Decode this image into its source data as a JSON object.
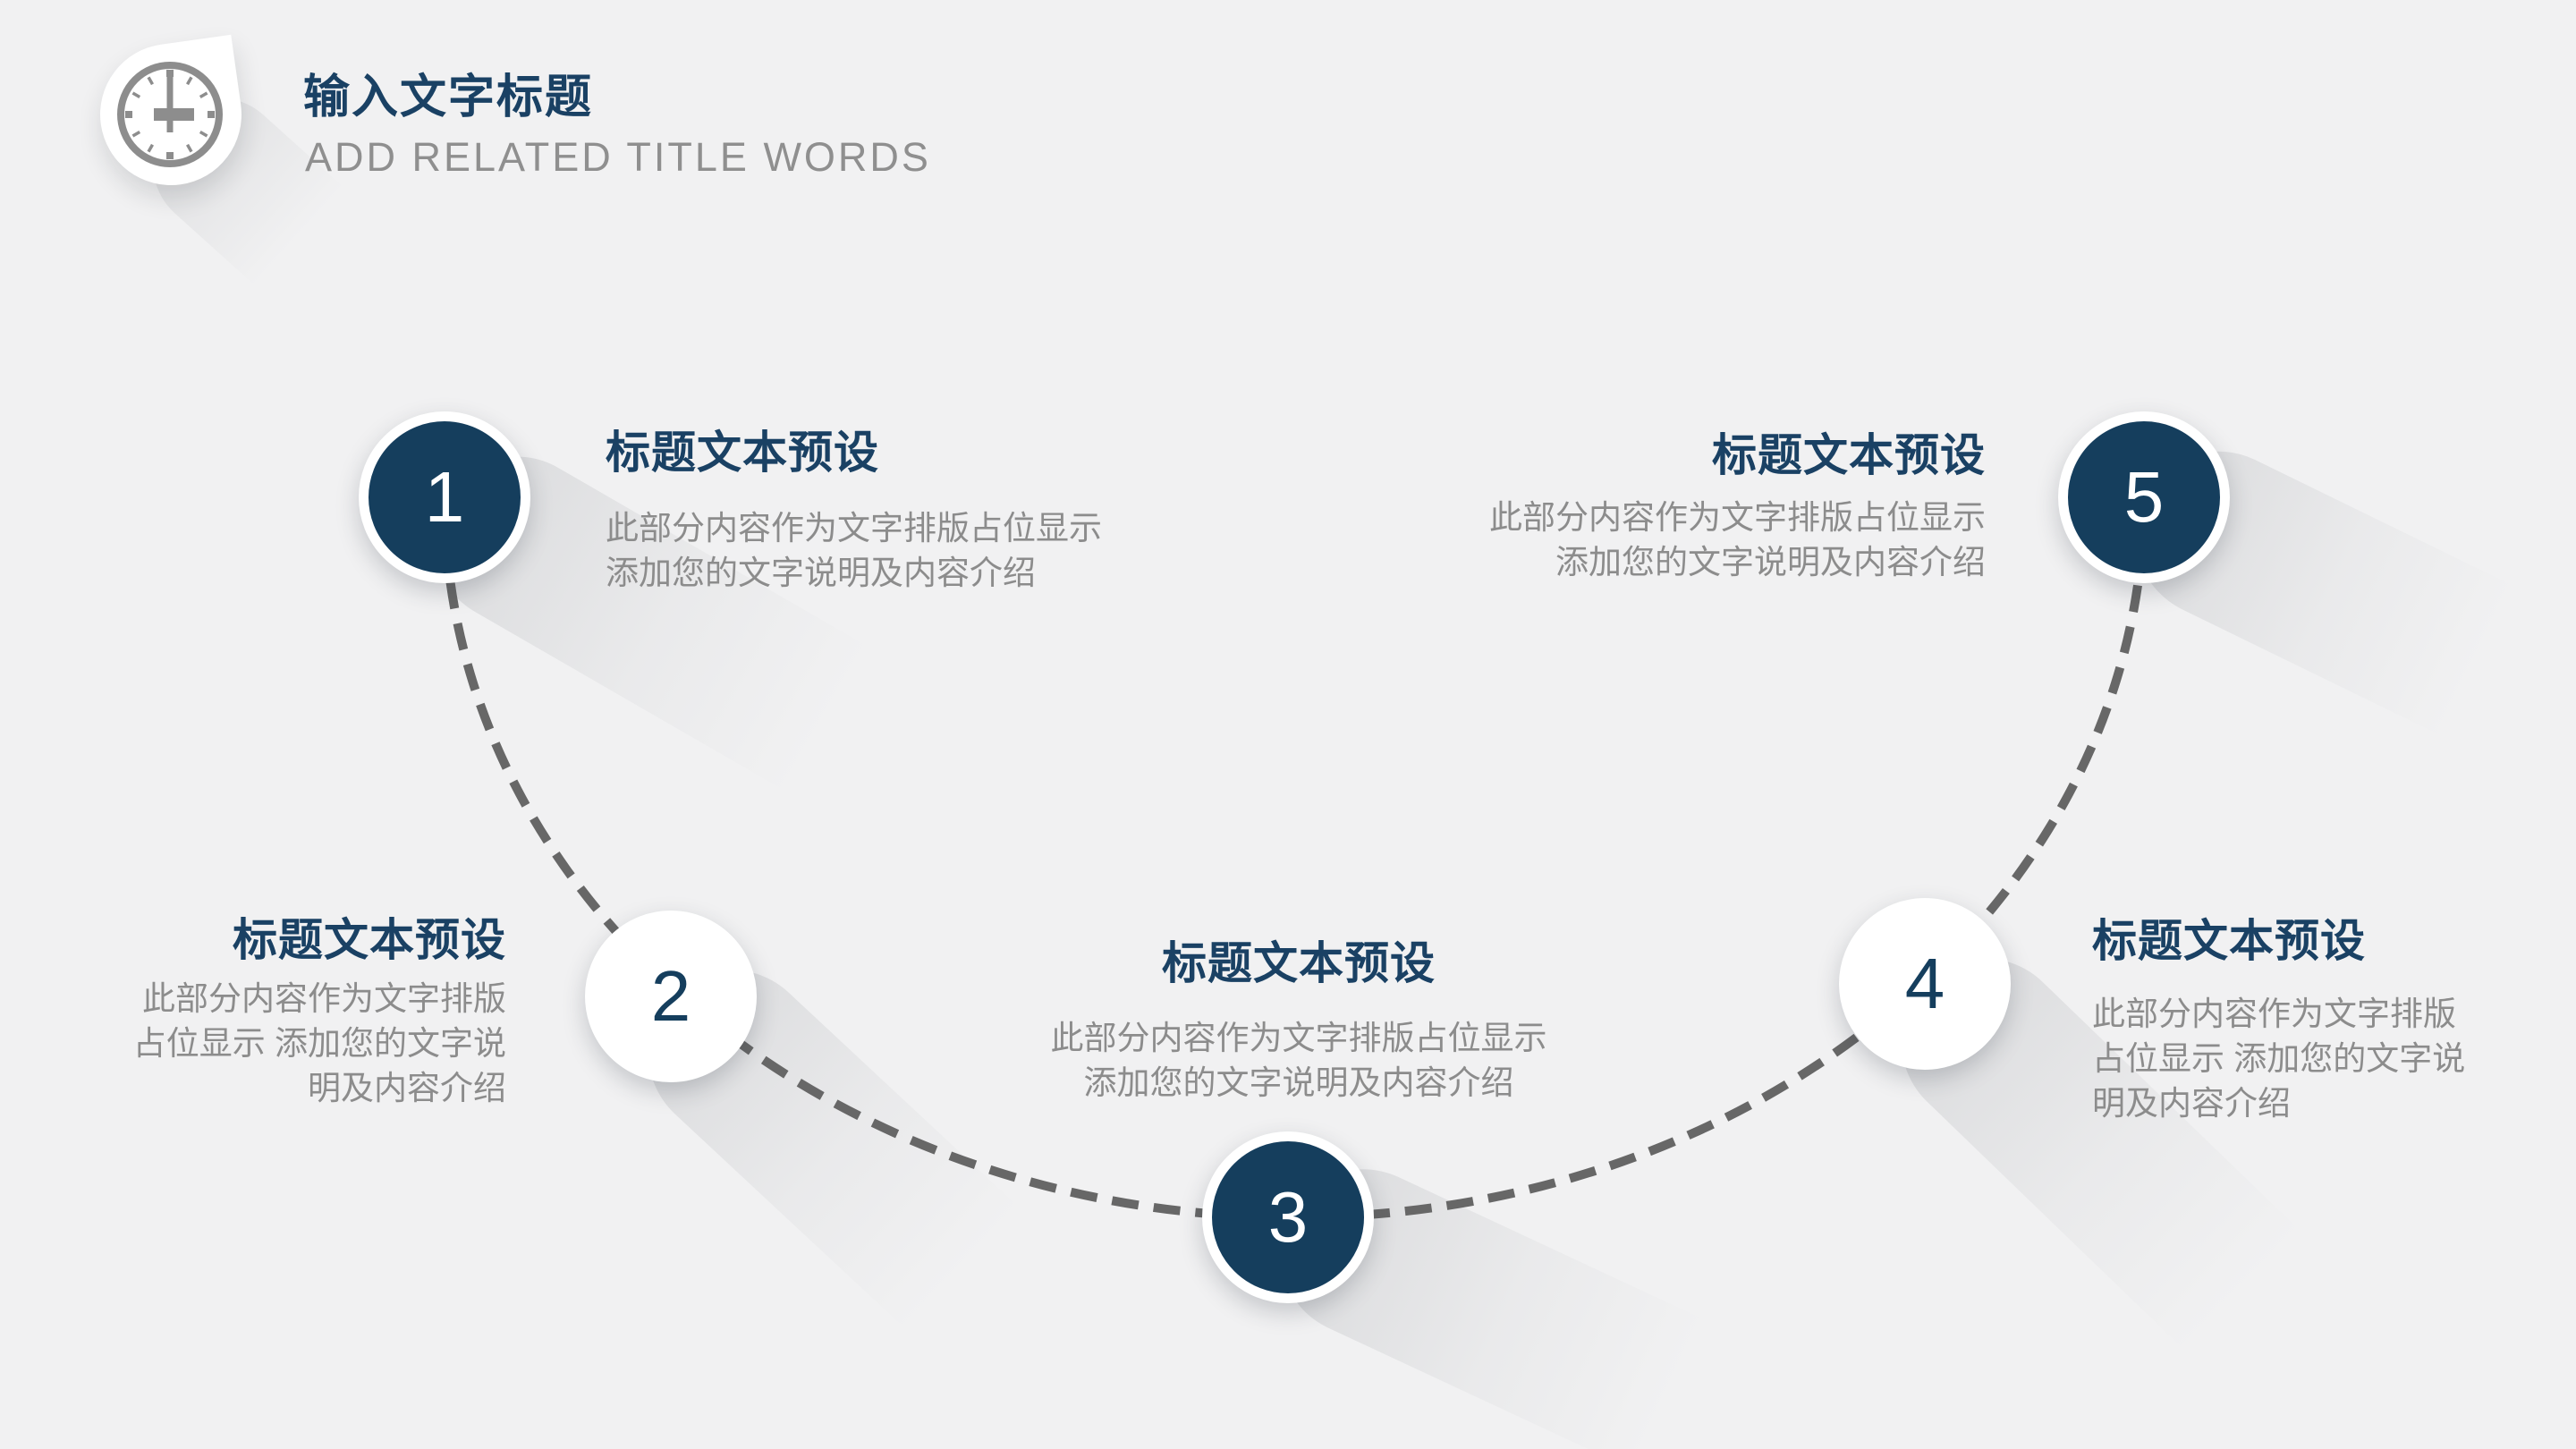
{
  "slide": {
    "header": {
      "icon": "clock-icon",
      "title": "输入文字标题",
      "subtitle": "ADD RELATED TITLE WORDS"
    },
    "steps": [
      {
        "number": "1",
        "title": "标题文本预设",
        "lines": [
          "此部分内容作为文字排版占位显示",
          "添加您的文字说明及内容介绍"
        ]
      },
      {
        "number": "2",
        "title": "标题文本预设",
        "lines": [
          "此部分内容作为文字排版",
          "占位显示 添加您的文字说",
          "明及内容介绍"
        ]
      },
      {
        "number": "3",
        "title": "标题文本预设",
        "lines": [
          "此部分内容作为文字排版占位显示",
          "添加您的文字说明及内容介绍"
        ]
      },
      {
        "number": "4",
        "title": "标题文本预设",
        "lines": [
          "此部分内容作为文字排版",
          "占位显示 添加您的文字说",
          "明及内容介绍"
        ]
      },
      {
        "number": "5",
        "title": "标题文本预设",
        "lines": [
          "此部分内容作为文字排版占位显示",
          "添加您的文字说明及内容介绍"
        ]
      }
    ],
    "colors": {
      "background": "#f1f1f2",
      "navy": "#153e5d",
      "title_navy": "#1a4164",
      "body_gray": "#8c8c8c",
      "subtitle_gray": "#8f8f8f",
      "dash_gray": "#676767",
      "clock_gray": "#8d8d8d"
    }
  }
}
